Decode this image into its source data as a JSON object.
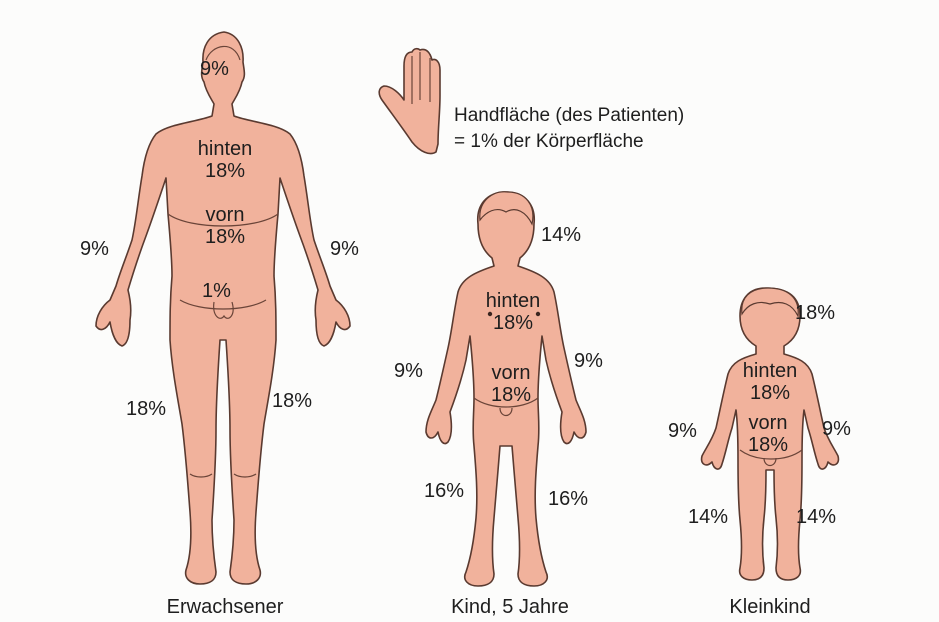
{
  "legend": {
    "line1": "Handfläche (des Patienten)",
    "line2": "= 1% der Körperfläche"
  },
  "adult": {
    "caption": "Erwachsener",
    "head": "9%",
    "back_word": "hinten",
    "back_pct": "18%",
    "front_word": "vorn",
    "front_pct": "18%",
    "arm_left": "9%",
    "arm_right": "9%",
    "genital": "1%",
    "leg_left": "18%",
    "leg_right": "18%"
  },
  "child": {
    "caption": "Kind, 5 Jahre",
    "head": "14%",
    "back_word": "hinten",
    "back_pct": "18%",
    "front_word": "vorn",
    "front_pct": "18%",
    "arm_left": "9%",
    "arm_right": "9%",
    "leg_left": "16%",
    "leg_right": "16%"
  },
  "infant": {
    "caption": "Kleinkind",
    "head": "18%",
    "back_word": "hinten",
    "back_pct": "18%",
    "front_word": "vorn",
    "front_pct": "18%",
    "arm_left": "9%",
    "arm_right": "9%",
    "leg_left": "14%",
    "leg_right": "14%"
  },
  "colors": {
    "skin": "#f1b29c",
    "outline": "#5a3a30",
    "background": "#fcfcfb"
  }
}
